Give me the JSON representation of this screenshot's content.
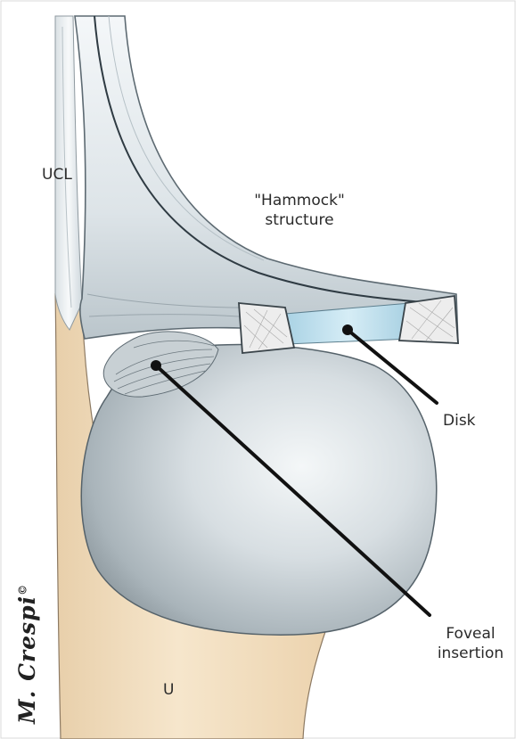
{
  "labels": {
    "ucl": "UCL",
    "hammock_line1": "\"Hammock\"",
    "hammock_line2": "structure",
    "disk": "Disk",
    "foveal_line1": "Foveal",
    "foveal_line2": "insertion",
    "u": "U"
  },
  "signature": {
    "text": "M. Crespi",
    "mark": "©"
  },
  "colors": {
    "bone": "#f1dcbc",
    "ligament": "#e9eef1",
    "ligament_shadow": "#aeb9c0",
    "ulna_head": "#cfd6da",
    "disk": "#bfe0ee",
    "pointer": "#111111"
  }
}
